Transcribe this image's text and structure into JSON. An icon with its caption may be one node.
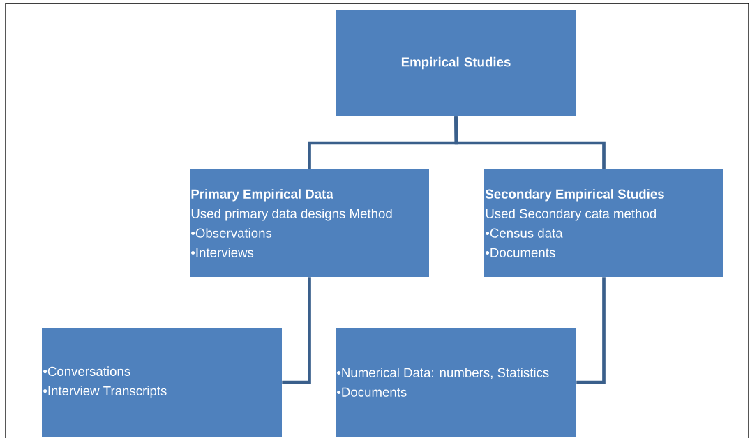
{
  "diagram": {
    "nodes": [
      {
        "text": [
          "Empirical Studies"
        ]
      },
      {
        "text": [
          "Primary Empirical Data",
          "Used primary data designs Method",
          "•Observations",
          "•Interviews"
        ]
      },
      {
        "text": [
          "Secondary Empirical Studies",
          "Used Secondary cata method",
          "•Census data",
          "•Documents"
        ]
      },
      {
        "text": [
          "•Conversations",
          "•Interview Transcripts"
        ]
      },
      {
        "text": [
          "•Numerical Data: numbers, Statistics",
          "•Documents"
        ]
      }
    ],
    "edges": [
      {
        "from": 0,
        "to": 1,
        "arrow": "none"
      },
      {
        "from": 0,
        "to": 2,
        "arrow": "none"
      },
      {
        "from": 1,
        "to": 3,
        "arrow": "none"
      },
      {
        "from": 2,
        "to": 4,
        "arrow": "none"
      }
    ]
  }
}
